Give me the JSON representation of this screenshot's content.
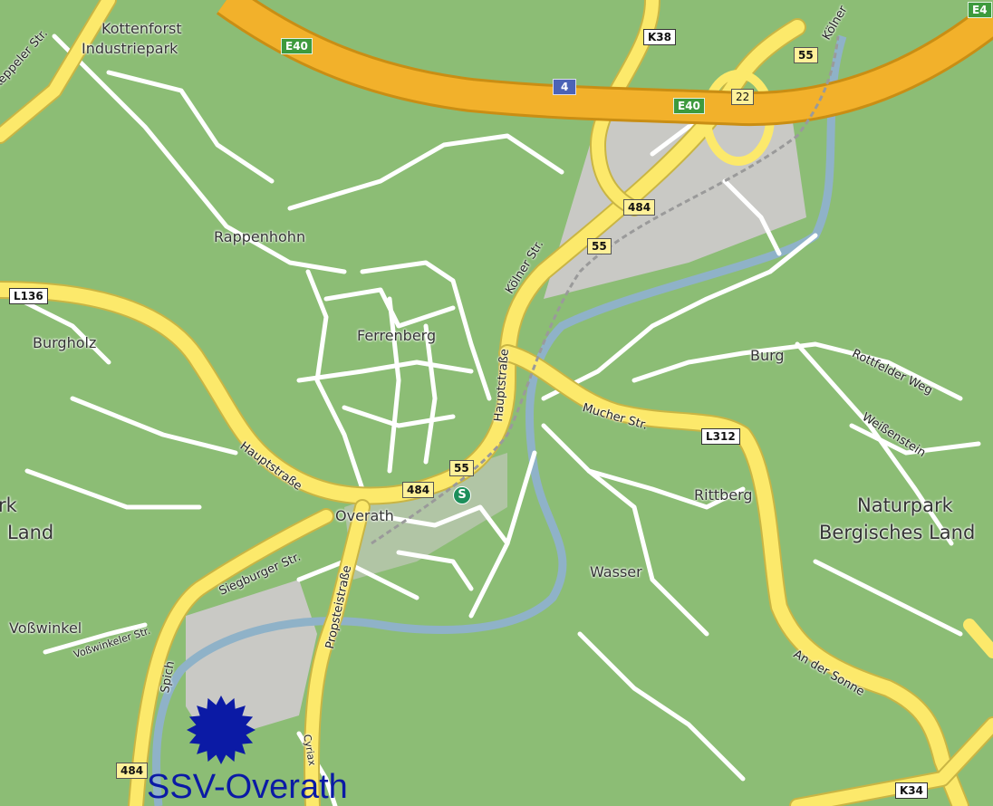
{
  "places": {
    "kottenforst": "Kottenforst",
    "industriepark": "Industriepark",
    "rappenhohn": "Rappenhohn",
    "burgholz": "Burgholz",
    "ferrenberg": "Ferrenberg",
    "overath": "Overath",
    "burg": "Burg",
    "rittberg": "Rittberg",
    "wasser": "Wasser",
    "vosswinkel": "Voßwinkel",
    "naturpark1": "Naturpark",
    "naturpark2": "Bergisches Land",
    "edge_rk": "rk",
    "edge_land": "Land"
  },
  "streets": {
    "keppeler": "Keppeler Str.",
    "koelner": "Kölner Str.",
    "koelner_top": "Kölner",
    "hauptstrasse_n": "Hauptstraße",
    "hauptstrasse_w": "Hauptstraße",
    "mucher": "Mucher Str.",
    "rottfelder": "Rottfelder Weg",
    "weissenstein": "Weißenstein",
    "siegburger": "Siegburger Str.",
    "propstei": "Propsteistraße",
    "vosswinkeler": "Voßwinkeler Str.",
    "spich": "Spich",
    "an_der_sonne": "An der Sonne",
    "cyriax": "Cyriax"
  },
  "shields": {
    "e40a": "E40",
    "e40b": "E40",
    "e40c": "E4",
    "a4": "4",
    "k38": "K38",
    "k34": "K34",
    "s55a": "55",
    "s55b": "55",
    "s55c": "55",
    "s484a": "484",
    "s484b": "484",
    "s484c": "484",
    "l136": "L136",
    "l312": "L312",
    "exit22": "22"
  },
  "sbahn": "S",
  "club": "SSV-Overath",
  "colors": {
    "land": "#8cbd75",
    "motorway": "#f2b12b",
    "main_road": "#fce96b",
    "minor_road": "#ffffff",
    "river": "#8fb2c8",
    "urban": "#c9c9c5",
    "marker": "#0b1aa5"
  }
}
